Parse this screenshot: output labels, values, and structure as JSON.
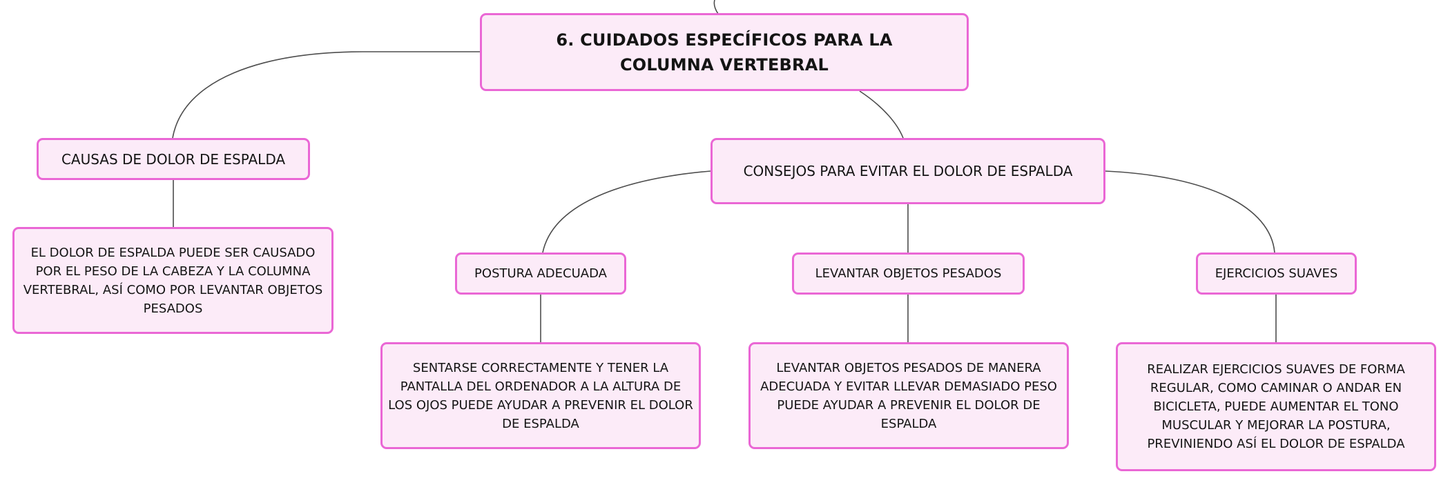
{
  "mindmap": {
    "root": {
      "label": "6. CUIDADOS ESPECÍFICOS PARA LA COLUMNA VERTEBRAL"
    },
    "causes": {
      "label": "CAUSAS DE DOLOR DE ESPALDA",
      "detail": "EL DOLOR DE ESPALDA PUEDE SER CAUSADO POR EL PESO DE LA CABEZA Y LA COLUMNA VERTEBRAL, ASÍ COMO POR LEVANTAR OBJETOS PESADOS"
    },
    "advice": {
      "label": "CONSEJOS PARA EVITAR EL DOLOR DE ESPALDA",
      "items": [
        {
          "label": "POSTURA ADECUADA",
          "detail": "SENTARSE CORRECTAMENTE Y TENER LA PANTALLA DEL ORDENADOR A LA ALTURA DE LOS OJOS PUEDE AYUDAR A PREVENIR EL DOLOR DE ESPALDA"
        },
        {
          "label": "LEVANTAR OBJETOS PESADOS",
          "detail": "LEVANTAR OBJETOS PESADOS DE MANERA ADECUADA Y EVITAR LLEVAR DEMASIADO PESO PUEDE AYUDAR A PREVENIR EL DOLOR DE ESPALDA"
        },
        {
          "label": "EJERCICIOS SUAVES",
          "detail": "REALIZAR EJERCICIOS SUAVES DE FORMA REGULAR, COMO CAMINAR O ANDAR EN BICICLETA, PUEDE AUMENTAR EL TONO MUSCULAR Y MEJORAR LA POSTURA, PREVINIENDO ASÍ EL DOLOR DE ESPALDA"
        }
      ]
    }
  },
  "colors": {
    "node_fill": "#fcebf8",
    "node_border": "#ea67d5",
    "connector": "#4d4d4d",
    "text": "#141414"
  }
}
